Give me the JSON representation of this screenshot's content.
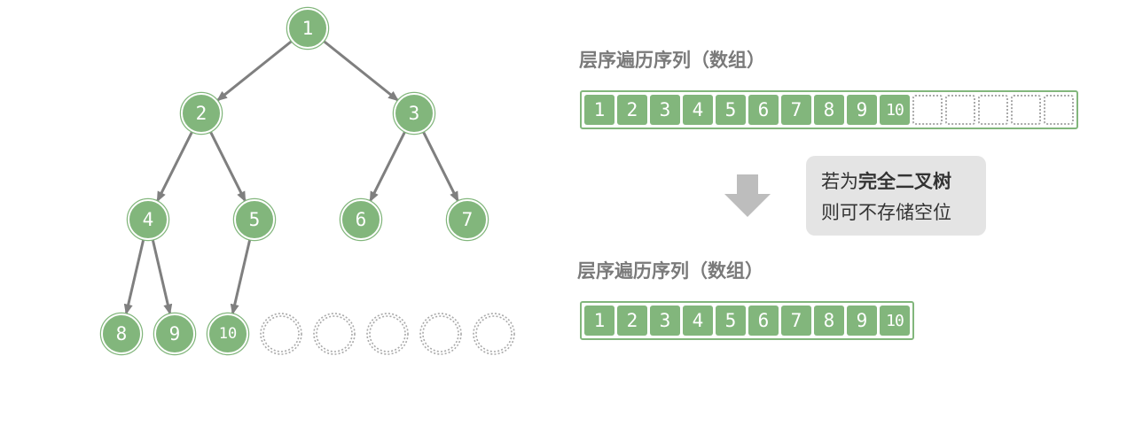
{
  "tree": {
    "nodes": [
      "1",
      "2",
      "3",
      "4",
      "5",
      "6",
      "7",
      "8",
      "9",
      "10"
    ],
    "empty_node_count": 5,
    "node_color": "#82b67c",
    "edge_color": "#7f7f7f",
    "empty_border_color": "#a9a9a9"
  },
  "top_section": {
    "title": "层序遍历序列（数组）",
    "cells": [
      "1",
      "2",
      "3",
      "4",
      "5",
      "6",
      "7",
      "8",
      "9",
      "10",
      "",
      "",
      "",
      "",
      ""
    ]
  },
  "note": {
    "line1_prefix": "若为",
    "line1_bold": "完全二叉树",
    "line2": "则可不存储空位"
  },
  "arrow": {
    "icon": "down-arrow-icon",
    "color": "#bdbdbd"
  },
  "bottom_section": {
    "title": "层序遍历序列（数组）",
    "cells": [
      "1",
      "2",
      "3",
      "4",
      "5",
      "6",
      "7",
      "8",
      "9",
      "10"
    ]
  }
}
